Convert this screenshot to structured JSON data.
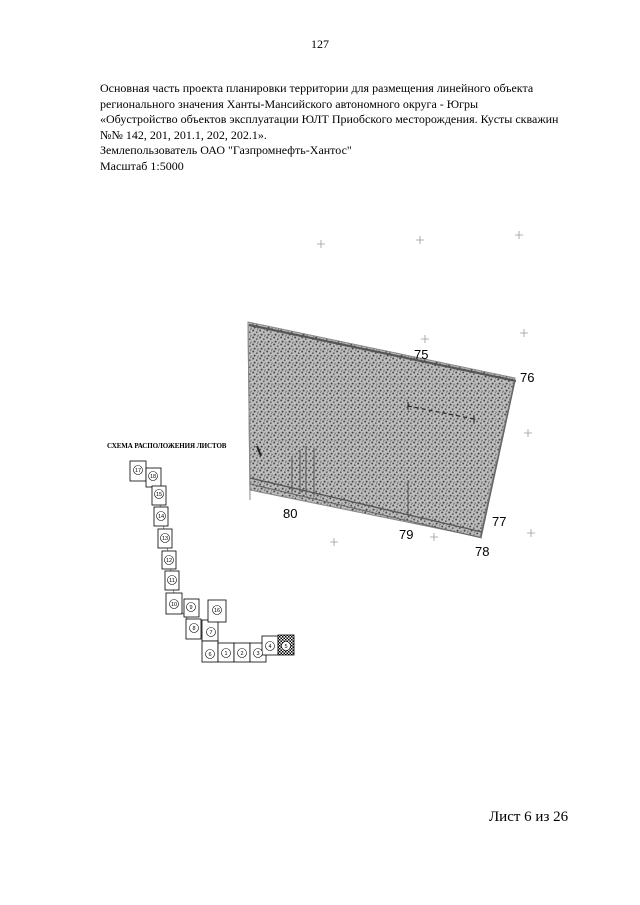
{
  "page_number": "127",
  "header": {
    "lines": [
      "Основная часть проекта планировки территории для размещения линейного объекта",
      "регионального значения Ханты-Мансийского автономного округа - Югры",
      "«Обустройство объектов эксплуатации ЮЛТ Приобского месторождения. Кусты скважин",
      "№№ 142, 201, 201.1, 202, 202.1».",
      "Землепользователь ОАО \"Газпромнефть-Хантос\"",
      "Масштаб 1:5000"
    ]
  },
  "map": {
    "point_labels": [
      "75",
      "76",
      "77",
      "78",
      "79",
      "80"
    ]
  },
  "scheme": {
    "title": "СХЕМА РАСПОЛОЖЕНИЯ ЛИСТОВ",
    "sheets": [
      "17",
      "18",
      "15",
      "14",
      "13",
      "12",
      "11",
      "10",
      "9",
      "8",
      "7",
      "16",
      "6",
      "1",
      "2",
      "3",
      "4",
      "5"
    ]
  },
  "footer": {
    "sheet_label": "Лист 6 из 26"
  }
}
